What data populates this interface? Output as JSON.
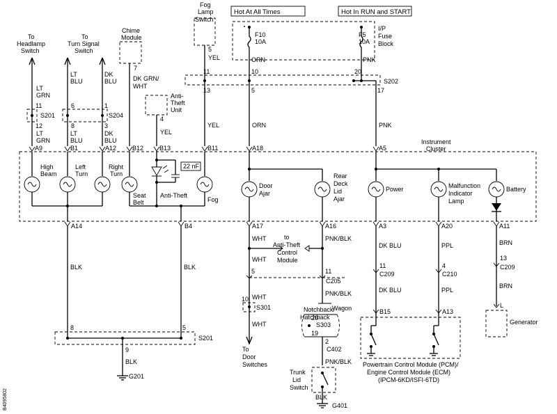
{
  "headers": {
    "hot_at_all_times": "Hot At All Times",
    "hot_in_run_start": "Hot In RUN and START",
    "fuse_block": [
      "I/P",
      "Fuse",
      "Block"
    ],
    "instrument_cluster": [
      "Instrument",
      "Cluster"
    ],
    "side_code": "B4095802"
  },
  "fuses": [
    {
      "id": "F10",
      "rating": "10A"
    },
    {
      "id": "F5",
      "rating": "10A"
    }
  ],
  "splices": {
    "s201_top": "S201",
    "s204": "S204",
    "s202": "S202",
    "s201_bottom": "S201",
    "s301": "S301",
    "s303": "S303"
  },
  "connectors": {
    "c205": "C205",
    "c209a": "C209",
    "c210": "C210",
    "c209b": "C209",
    "c402": "C402"
  },
  "destinations": {
    "headlamp": [
      "To",
      "Headlamp",
      "Switch"
    ],
    "turn_signal": [
      "To",
      "Turn Signal",
      "Switch"
    ],
    "chime": [
      "Chime",
      "Module"
    ],
    "fog_switch": [
      "Fog",
      "Lamp",
      "Switch"
    ],
    "anti_theft_unit": [
      "Anti-",
      "Theft",
      "Unit"
    ],
    "anti_theft_control": [
      "to",
      "Anti-Theft",
      "Control",
      "Module"
    ],
    "door_switches": [
      "To",
      "Door",
      "Switches"
    ],
    "generator": "Generator",
    "trunk_lid": [
      "Trunk",
      "Lid",
      "Switch"
    ],
    "pcm": [
      "Powertrain Control Module (PCM)/",
      "Engine Control Module (ECM)",
      "(IPCM-6KD/ISFI-6TD)"
    ],
    "notchback": [
      "Notchback/",
      "Hatchback"
    ],
    "wagon": "Wagon"
  },
  "grounds": {
    "g201": "G201",
    "g401": "G401"
  },
  "indicators": {
    "high_beam": [
      "High",
      "Beam"
    ],
    "left_turn": [
      "Left",
      "Turn"
    ],
    "right_turn": [
      "Right",
      "Turn"
    ],
    "seat_belt": [
      "Seat",
      "Belt"
    ],
    "anti_theft": "Anti-Theft",
    "capacitor": "22 nF",
    "fog": "Fog",
    "door_ajar": [
      "Door",
      "Ajar"
    ],
    "rear_deck": [
      "Rear",
      "Deck",
      "Lid",
      "Ajar"
    ],
    "power": "Power",
    "mil": [
      "Malfunction",
      "Indicator",
      "Lamp"
    ],
    "battery": "Battery"
  },
  "pins": {
    "a9": "A9",
    "b1": "B1",
    "a12": "A12",
    "b12": "B12",
    "b13": "B13",
    "b11": "B11",
    "a18": "A18",
    "a5": "A5",
    "a14": "A14",
    "b4": "B4",
    "a17": "A17",
    "a16": "A16",
    "a3": "A3",
    "a20": "A20",
    "a11": "A11",
    "b15": "B15",
    "a13": "A13",
    "gen_l": "L",
    "n11a": "11",
    "n12": "12",
    "n6": "6",
    "n8a": "8",
    "n1": "1",
    "n3": "3",
    "n7": "7",
    "n4a": "4",
    "n5a": "5",
    "n11b": "11",
    "n10a": "10",
    "n20a": "20",
    "n13a": "13",
    "n5b": "5",
    "n17": "17",
    "n5c": "5",
    "n10b": "10",
    "n11c": "11",
    "n20b": "20",
    "n19": "19",
    "n2": "2",
    "n11d": "11",
    "n4b": "4",
    "n13b": "13",
    "n8b": "8",
    "n5d": "5",
    "n9": "9"
  },
  "wires": {
    "lt_grn": [
      "LT",
      "GRN"
    ],
    "lt_blu": [
      "LT",
      "BLU"
    ],
    "dk_blu2": [
      "DK",
      "BLU"
    ],
    "dk_grn_wht": [
      "DK GRN/",
      "WHT"
    ],
    "yel": "YEL",
    "orn": "ORN",
    "pnk": "PNK",
    "blk": "BLK",
    "wht": "WHT",
    "pnk_blk": "PNK/BLK",
    "dk_blu": "DK BLU",
    "ppl": "PPL",
    "brn": "BRN"
  }
}
